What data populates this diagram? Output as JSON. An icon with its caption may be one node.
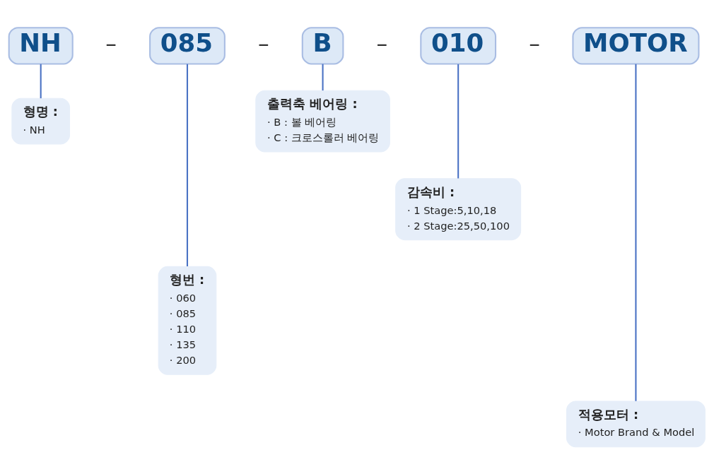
{
  "diagram": {
    "nodes": [
      {
        "text": [
          "NH"
        ]
      },
      {
        "text": [
          "085"
        ]
      },
      {
        "text": [
          "B"
        ]
      },
      {
        "text": [
          "010"
        ]
      },
      {
        "text": [
          "MOTOR"
        ]
      },
      {
        "text": [
          "형명 :",
          "· NH"
        ]
      },
      {
        "text": [
          "출력축 베어링 :",
          "· B : 볼 베어링",
          "· C : 크로스롤러 베어링"
        ]
      },
      {
        "text": [
          "형번 :",
          "· 060",
          "· 085",
          "· 110",
          "· 135",
          "· 200"
        ]
      },
      {
        "text": [
          "감속비 :",
          "· 1 Stage:5,10,18",
          "· 2 Stage:25,50,100"
        ]
      },
      {
        "text": [
          "적용모터 :",
          "· Motor Brand & Model"
        ]
      }
    ],
    "edges": [
      {
        "from": 0,
        "to": 5,
        "arrow": "none"
      },
      {
        "from": 1,
        "to": 7,
        "arrow": "none"
      },
      {
        "from": 2,
        "to": 6,
        "arrow": "none"
      },
      {
        "from": 3,
        "to": 8,
        "arrow": "none"
      },
      {
        "from": 4,
        "to": 9,
        "arrow": "none"
      }
    ],
    "labels": [
      "–",
      "–",
      "–",
      "–"
    ]
  }
}
